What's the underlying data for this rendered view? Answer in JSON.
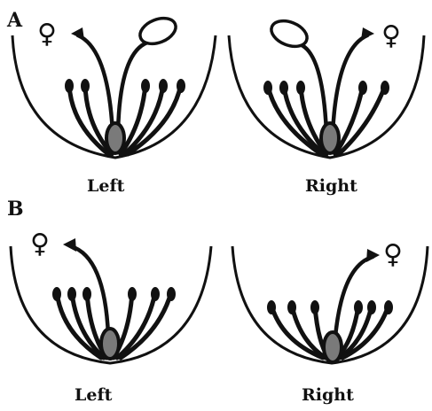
{
  "panels": [
    {
      "label": "A",
      "flowers": [
        {
          "caption": "Left",
          "female_symbol": "♀"
        },
        {
          "caption": "Right",
          "female_symbol": "♀"
        }
      ]
    },
    {
      "label": "B",
      "flowers": [
        {
          "caption": "Left",
          "female_symbol": "♀"
        },
        {
          "caption": "Right",
          "female_symbol": "♀"
        }
      ]
    }
  ],
  "colors": {
    "ink": "#111111",
    "ovary_fill": "#7a7a7a",
    "background": "#ffffff"
  }
}
